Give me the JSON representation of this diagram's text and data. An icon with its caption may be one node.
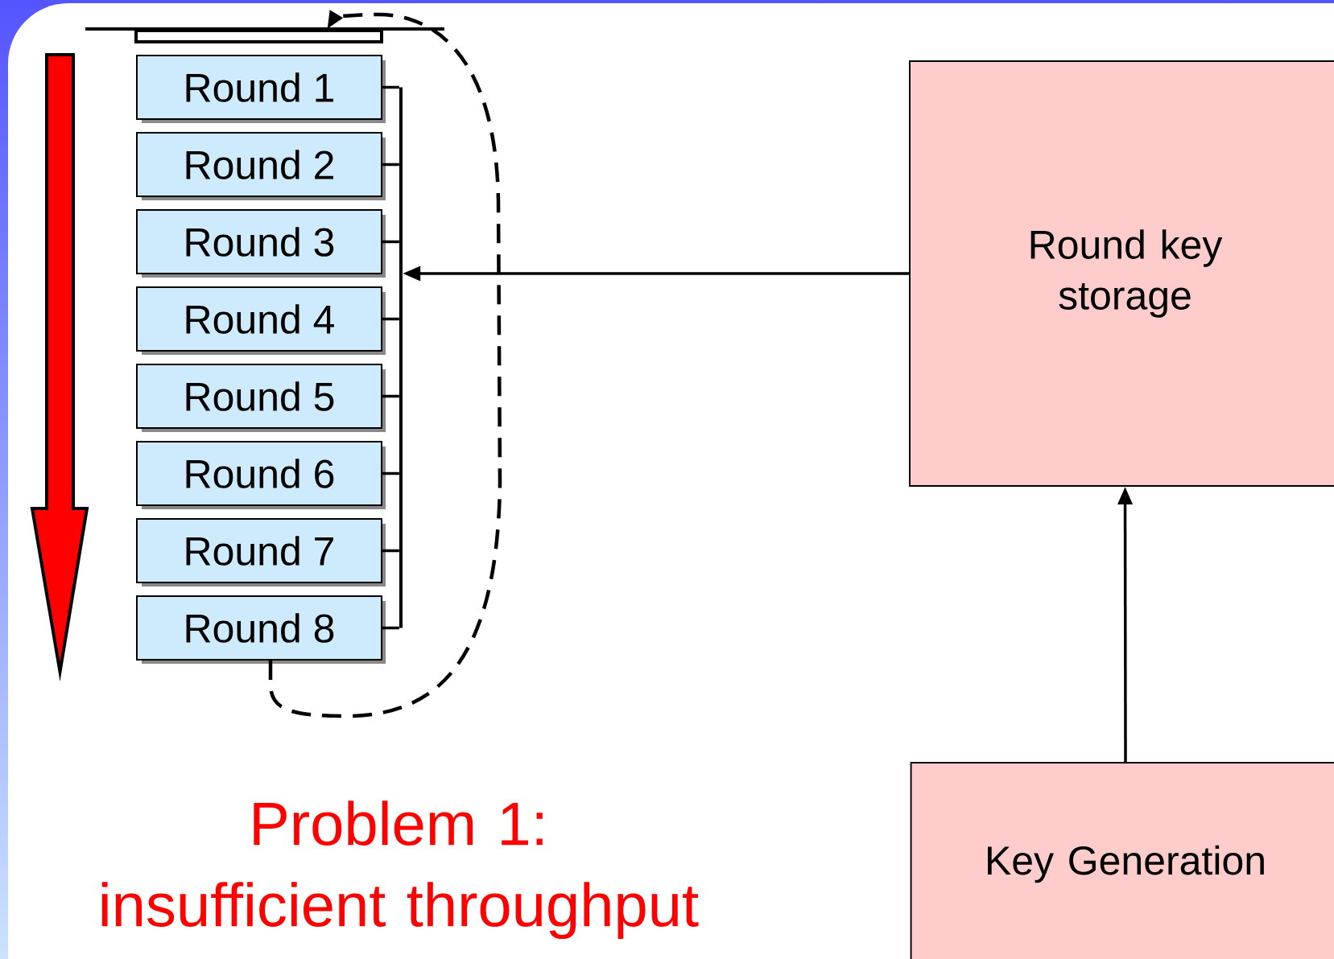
{
  "diagram": {
    "nodes": [
      {
        "text": [
          "Round 1"
        ]
      },
      {
        "text": [
          "Round 2"
        ]
      },
      {
        "text": [
          "Round 3"
        ]
      },
      {
        "text": [
          "Round 4"
        ]
      },
      {
        "text": [
          "Round 5"
        ]
      },
      {
        "text": [
          "Round 6"
        ]
      },
      {
        "text": [
          "Round 7"
        ]
      },
      {
        "text": [
          "Round 8"
        ]
      },
      {
        "text": [
          "Round key storage"
        ]
      },
      {
        "text": [
          "Key Generation"
        ]
      },
      {
        "text": [],
        "shape": "box"
      },
      {
        "text": [],
        "shape": "bar"
      }
    ],
    "edges": [
      {
        "from": 9,
        "to": 8,
        "arrow": "to"
      },
      {
        "from": 8,
        "to": 11,
        "arrow": "to"
      },
      {
        "from": 11,
        "to": 0,
        "arrow": "none"
      },
      {
        "from": 11,
        "to": 1,
        "arrow": "none"
      },
      {
        "from": 11,
        "to": 2,
        "arrow": "none"
      },
      {
        "from": 11,
        "to": 3,
        "arrow": "none"
      },
      {
        "from": 11,
        "to": 4,
        "arrow": "none"
      },
      {
        "from": 11,
        "to": 5,
        "arrow": "none"
      },
      {
        "from": 11,
        "to": 6,
        "arrow": "none"
      },
      {
        "from": 11,
        "to": 7,
        "arrow": "none"
      },
      {
        "from": 7,
        "to": 10,
        "arrow": "to",
        "style": "dashed"
      }
    ],
    "labels": [
      "Problem 1: insufficient throughput"
    ]
  }
}
